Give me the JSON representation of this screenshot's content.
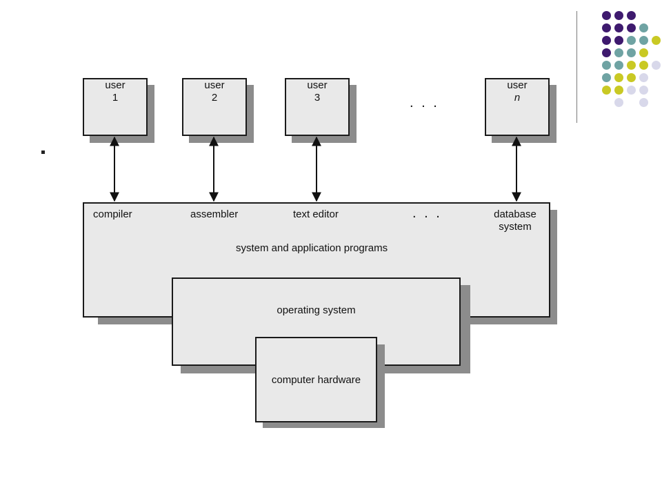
{
  "users": [
    {
      "label": "user",
      "num": "1",
      "italic": false
    },
    {
      "label": "user",
      "num": "2",
      "italic": false
    },
    {
      "label": "user",
      "num": "3",
      "italic": false
    },
    {
      "label": "user",
      "num": "n",
      "italic": true
    }
  ],
  "ellipsis_top": ". . .",
  "programs": {
    "compiler": "compiler",
    "assembler": "assembler",
    "text_editor": "text editor",
    "ellipsis": ". . .",
    "database_line1": "database",
    "database_line2": "system",
    "title": "system and application programs"
  },
  "operating_system": "operating system",
  "computer_hardware": "computer hardware",
  "colors": {
    "purple": "#3e1a6e",
    "teal": "#6fa3a3",
    "lime": "#c9c924",
    "lavender": "#d8d8ea",
    "box_fill": "#e9e9e9",
    "shadow": "#8c8c8c"
  }
}
